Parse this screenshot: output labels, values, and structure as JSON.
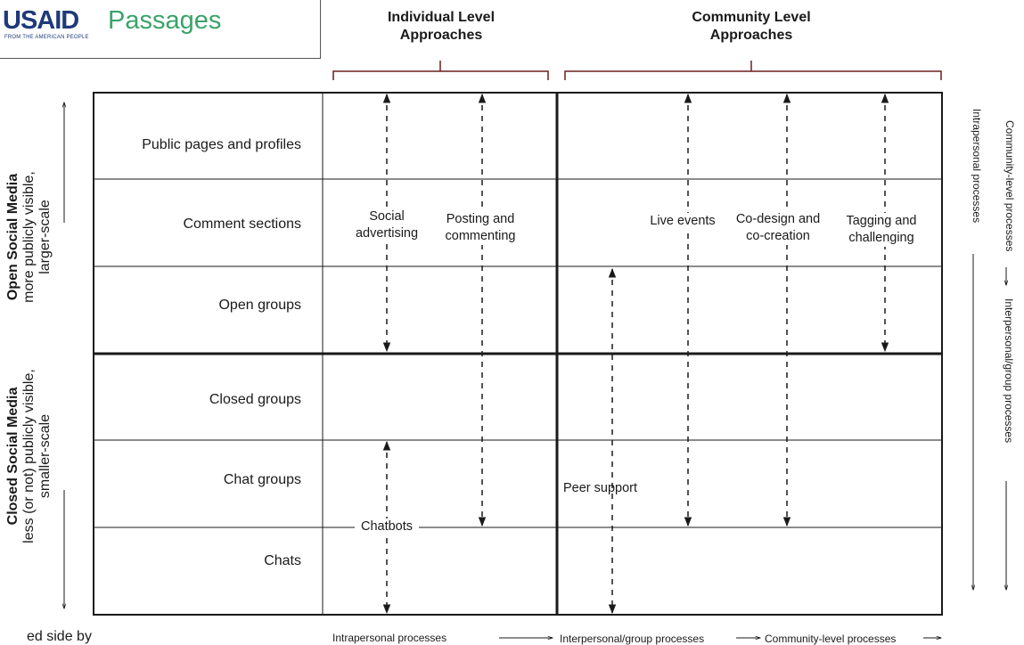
{
  "logos": {
    "usaid": "USAID",
    "usaid_sub": "FROM THE AMERICAN PEOPLE",
    "passages": "Passages"
  },
  "columns": {
    "individual": [
      "Individual Level",
      "Approaches"
    ],
    "community": [
      "Community Level",
      "Approaches"
    ]
  },
  "rows": [
    "Public pages and profiles",
    "Comment sections",
    "Open groups",
    "Closed groups",
    "Chat groups",
    "Chats"
  ],
  "arrows": {
    "social_advertising": [
      "Social",
      "advertising"
    ],
    "posting": [
      "Posting and",
      "commenting"
    ],
    "chatbots": "Chatbots",
    "peer_support": "Peer support",
    "live_events": "Live events",
    "codesign": [
      "Co-design and",
      "co-creation"
    ],
    "tagging": [
      "Tagging and",
      "challenging"
    ]
  },
  "left_axis": {
    "open_title": "Open Social Media",
    "open_l1": "more publicly visible,",
    "open_l2": "larger-scale",
    "closed_title": "Closed Social Media",
    "closed_l1": "less (or not) publicly visible,",
    "closed_l2": "smaller-scale"
  },
  "right_axis": {
    "inner": "Intrapersonal processes",
    "outer_a": "Community-level processes",
    "outer_b": "Interpersonal/group processes"
  },
  "bottom_axis": {
    "intra": "Intrapersonal processes",
    "inter": "Interpersonal/group processes",
    "community": "Community-level processes"
  },
  "cut_text": "ed side by"
}
